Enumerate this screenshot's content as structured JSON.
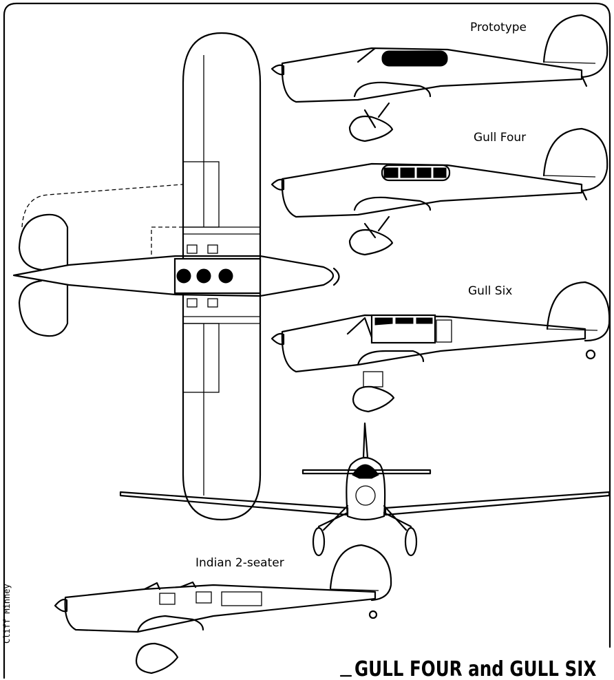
{
  "labels": {
    "prototype": "Prototype",
    "gull_four": "Gull Four",
    "gull_six": "Gull Six",
    "indian": "Indian 2-seater"
  },
  "title": "GULL FOUR and GULL SIX",
  "artist_signature": "Cliff Minney"
}
